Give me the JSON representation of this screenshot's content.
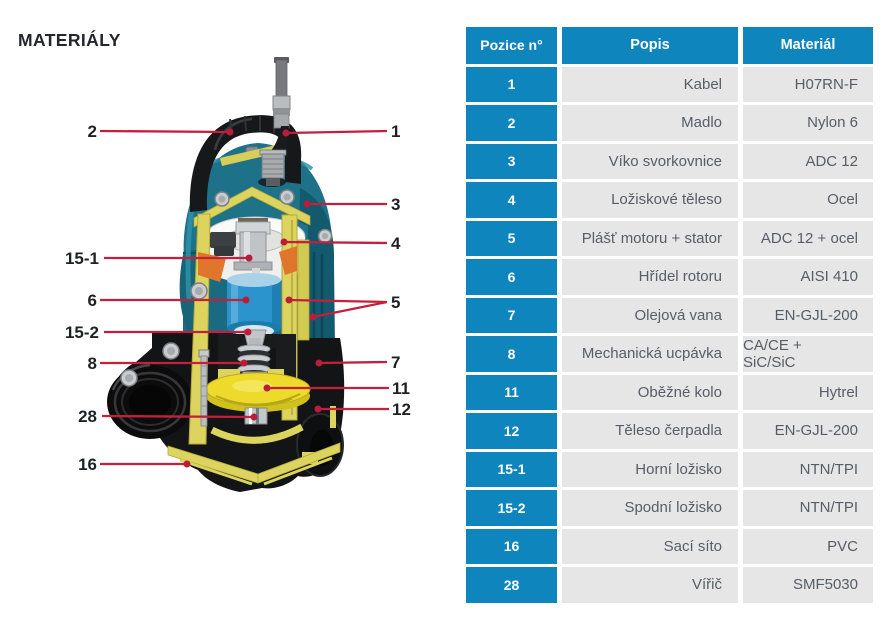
{
  "page": {
    "title": "MATERIÁLY"
  },
  "table": {
    "columns": [
      "Pozice n°",
      "Popis",
      "Materiál"
    ],
    "rows": [
      {
        "pos": "1",
        "popis": "Kabel",
        "material": "H07RN-F"
      },
      {
        "pos": "2",
        "popis": "Madlo",
        "material": "Nylon 6"
      },
      {
        "pos": "3",
        "popis": "Víko svorkovnice",
        "material": "ADC 12"
      },
      {
        "pos": "4",
        "popis": "Ložiskové těleso",
        "material": "Ocel"
      },
      {
        "pos": "5",
        "popis": "Plášť motoru + stator",
        "material": "ADC 12 + ocel"
      },
      {
        "pos": "6",
        "popis": "Hřídel rotoru",
        "material": "AISI 410"
      },
      {
        "pos": "7",
        "popis": "Olejová vana",
        "material": "EN-GJL-200"
      },
      {
        "pos": "8",
        "popis": "Mechanická ucpávka",
        "material": "CA/CE + SiC/SiC"
      },
      {
        "pos": "11",
        "popis": "Oběžné kolo",
        "material": "Hytrel"
      },
      {
        "pos": "12",
        "popis": "Těleso čerpadla",
        "material": "EN-GJL-200"
      },
      {
        "pos": "15-1",
        "popis": "Horní ložisko",
        "material": "NTN/TPI"
      },
      {
        "pos": "15-2",
        "popis": "Spodní ložisko",
        "material": "NTN/TPI"
      },
      {
        "pos": "16",
        "popis": "Sací síto",
        "material": "PVC"
      },
      {
        "pos": "28",
        "popis": "Vířič",
        "material": "SMF5030"
      }
    ]
  },
  "diagram": {
    "callouts": [
      {
        "label": "1"
      },
      {
        "label": "2"
      },
      {
        "label": "3"
      },
      {
        "label": "4"
      },
      {
        "label": "5"
      },
      {
        "label": "6"
      },
      {
        "label": "7"
      },
      {
        "label": "8"
      },
      {
        "label": "11"
      },
      {
        "label": "12"
      },
      {
        "label": "15-1"
      },
      {
        "label": "15-2"
      },
      {
        "label": "16"
      },
      {
        "label": "28"
      }
    ],
    "colors": {
      "callout_line": "#c41f3d",
      "casing_teal": "#1d7189",
      "section_yellow": "#dcd45f",
      "rotor_blue": "#2b94cd",
      "impeller_yellow": "#edda2b"
    }
  },
  "colors": {
    "header_blue": "#0e86bd",
    "row_gray": "#e6e6e6",
    "cell_text": "#565d66",
    "title_text": "#23262b"
  }
}
